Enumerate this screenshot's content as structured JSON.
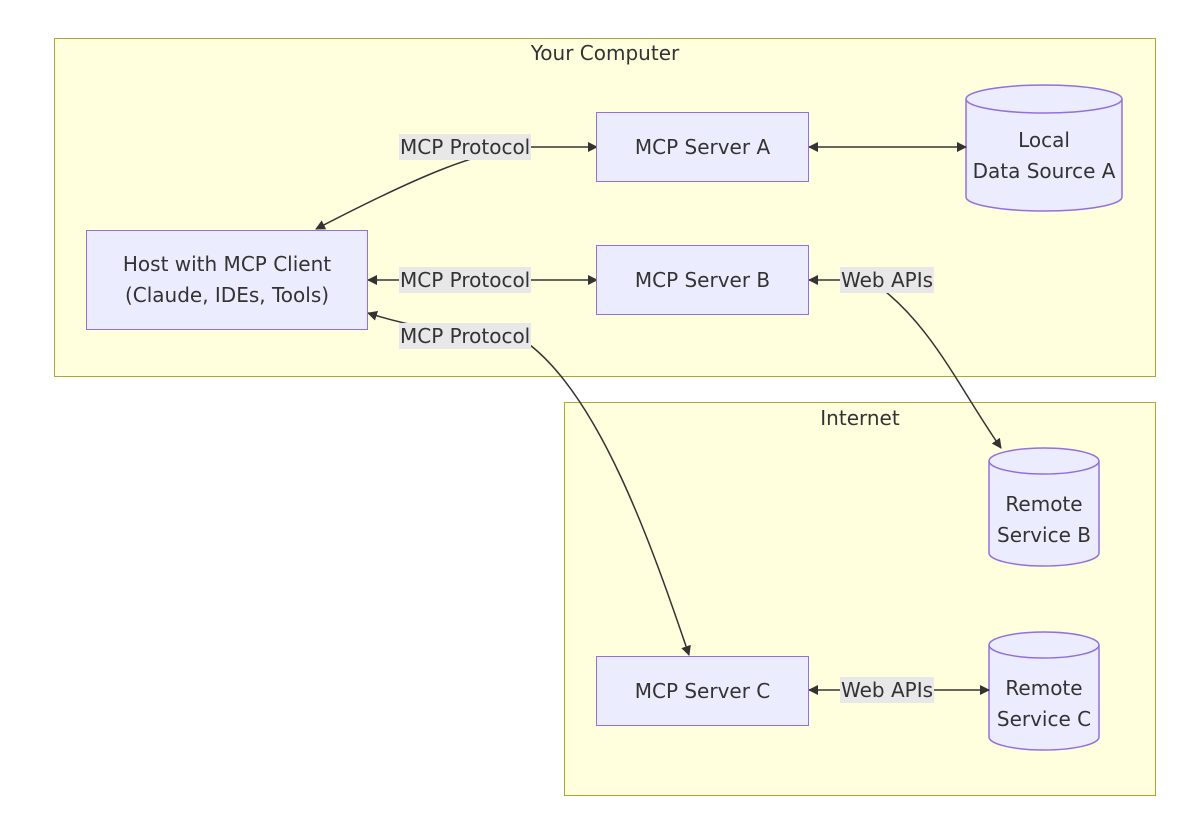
{
  "groups": {
    "your_computer": {
      "title": "Your Computer"
    },
    "internet": {
      "title": "Internet"
    }
  },
  "nodes": {
    "host": {
      "line1": "Host with MCP Client",
      "line2": "(Claude, IDEs, Tools)"
    },
    "server_a": {
      "label": "MCP Server A"
    },
    "server_b": {
      "label": "MCP Server B"
    },
    "server_c": {
      "label": "MCP Server C"
    },
    "local_a": {
      "line1": "Local",
      "line2": "Data Source A"
    },
    "remote_b": {
      "line1": "Remote",
      "line2": "Service B"
    },
    "remote_c": {
      "line1": "Remote",
      "line2": "Service C"
    }
  },
  "edge_labels": {
    "host_server_a": "MCP Protocol",
    "host_server_b": "MCP Protocol",
    "host_server_c": "MCP Protocol",
    "server_b_remote_b": "Web APIs",
    "server_c_remote_c": "Web APIs"
  },
  "colors": {
    "group_fill": "#ffffde",
    "group_border": "#aaaa33",
    "node_fill": "#ececff",
    "node_border": "#9370db",
    "edge": "#333333",
    "edge_label_bg": "#e8e8e8"
  }
}
